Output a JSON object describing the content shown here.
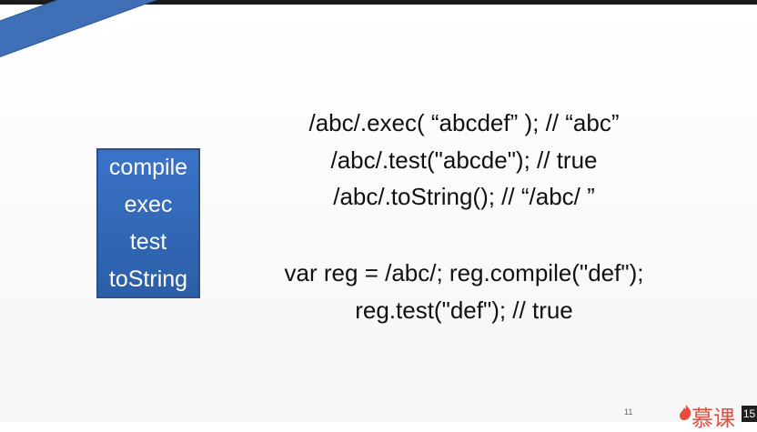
{
  "slide": {
    "title": "RegExp对象方法",
    "methods": [
      "compile",
      "exec",
      "test",
      "toString"
    ],
    "code_lines": [
      "/abc/.exec( “abcdef” );  // “abc”",
      "/abc/.test(\"abcde\"); // true",
      "/abc/.toString(); //   “/abc/  ”",
      "var reg = /abc/; reg.compile(\"def\");",
      "reg.test(\"def\"); // true"
    ],
    "page_number": "11"
  },
  "brand": {
    "logo_text": "慕课",
    "icon": "flame-icon"
  },
  "overlay": {
    "time_badge": "15"
  },
  "colors": {
    "banner": "#3f6fb7",
    "method_box": "#2f63b3",
    "brand": "#e74c3c",
    "text": "#111111"
  }
}
